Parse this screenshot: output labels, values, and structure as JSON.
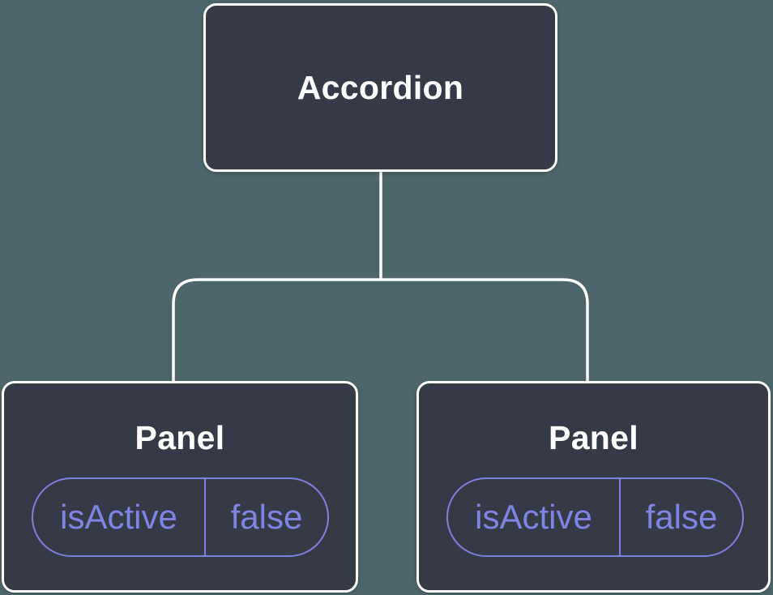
{
  "tree": {
    "root": {
      "label": "Accordion"
    },
    "panels": [
      {
        "label": "Panel",
        "state": {
          "name": "isActive",
          "value": "false"
        }
      },
      {
        "label": "Panel",
        "state": {
          "name": "isActive",
          "value": "false"
        }
      }
    ]
  },
  "colors": {
    "background": "#4D666B",
    "node_fill": "#353B46",
    "node_border": "#FFFFFF",
    "title_text": "#FFFFFF",
    "state_accent": "#7B82E0",
    "state_text": "#7E85E4"
  }
}
